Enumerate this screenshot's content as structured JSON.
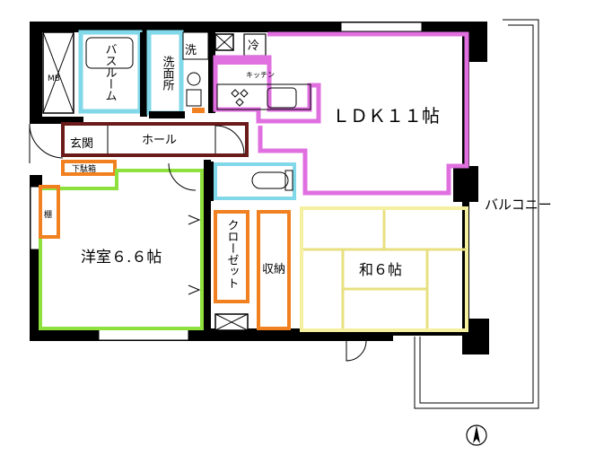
{
  "rooms": {
    "ldk": "ＬＤＫ１１帖",
    "western": "洋室６.６帖",
    "japanese": "和６帖",
    "kitchen": "キッチン",
    "hall": "ホール",
    "entrance": "玄関",
    "shoe_box": "下駄箱",
    "bathroom": "バスルーム",
    "washroom": "洗面所",
    "closet": "クローゼット",
    "storage": "収納",
    "shelf": "棚",
    "balcony": "バルコニー",
    "mb": "MB",
    "washer": "洗",
    "fridge": "冷"
  },
  "colors": {
    "wall": "#000000",
    "ldk": "#e070e0",
    "western": "#8ee03c",
    "japanese": "#f5f0a0",
    "storage": "#f08020",
    "bath": "#80d8e8",
    "hall": "#6b1a1a"
  },
  "compass": "north-arrow"
}
